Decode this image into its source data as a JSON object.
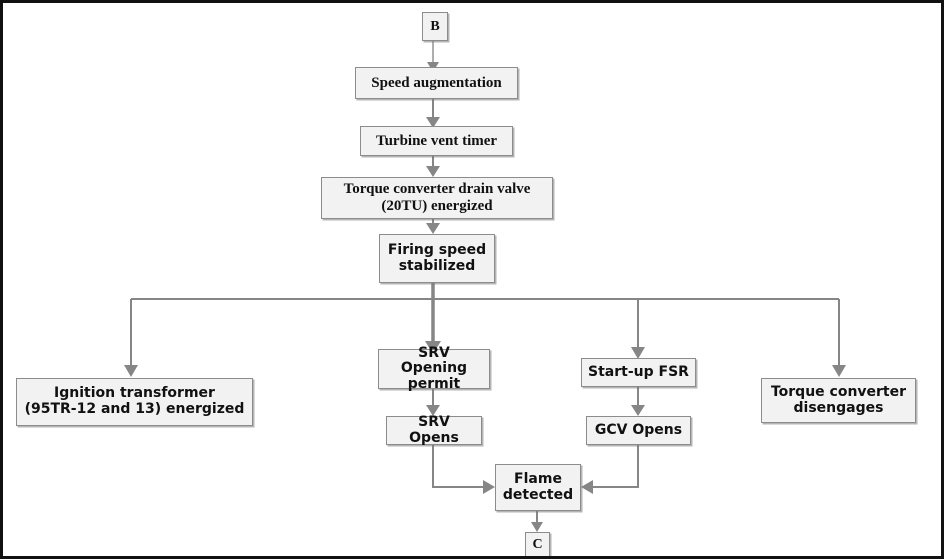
{
  "diagram": {
    "title": "Gas turbine start-up sequence flowchart (continuation B to C)",
    "type": "flowchart",
    "colors": {
      "node_fill": "#f2f2f2",
      "node_border": "#8c8c8c",
      "edge": "#868686",
      "frame": "#111111",
      "text": "#111111"
    },
    "nodes": {
      "start_connector": "B",
      "speed_augmentation": "Speed augmentation",
      "turbine_vent_timer": "Turbine vent timer",
      "torque_drain_valve": "Torque converter drain valve (20TU) energized",
      "firing_speed_stabilized": "Firing speed stabilized",
      "ignition_transformer": "Ignition transformer (95TR-12 and 13) energized",
      "srv_opening_permit": "SRV Opening permit",
      "srv_opens": "SRV Opens",
      "startup_fsr": "Start-up FSR",
      "gcv_opens": "GCV Opens",
      "torque_converter_disengages": "Torque converter disengages",
      "flame_detected": "Flame detected",
      "end_connector": "C"
    },
    "node_lines": {
      "torque_drain_valve_l1": "Torque converter drain valve",
      "torque_drain_valve_l2": "(20TU) energized",
      "firing_speed_l1": "Firing speed",
      "firing_speed_l2": "stabilized",
      "ignition_transformer_l1": "Ignition transformer",
      "ignition_transformer_l2": "(95TR-12 and 13) energized",
      "srv_opening_permit_l1": "SRV Opening",
      "srv_opening_permit_l2": "permit",
      "torque_disengages_l1": "Torque converter",
      "torque_disengages_l2": "disengages",
      "flame_detected_l1": "Flame",
      "flame_detected_l2": "detected"
    },
    "edges": [
      {
        "from": "start_connector",
        "to": "speed_augmentation"
      },
      {
        "from": "speed_augmentation",
        "to": "turbine_vent_timer"
      },
      {
        "from": "turbine_vent_timer",
        "to": "torque_drain_valve"
      },
      {
        "from": "torque_drain_valve",
        "to": "firing_speed_stabilized"
      },
      {
        "from": "firing_speed_stabilized",
        "to": "ignition_transformer"
      },
      {
        "from": "firing_speed_stabilized",
        "to": "srv_opening_permit"
      },
      {
        "from": "firing_speed_stabilized",
        "to": "startup_fsr"
      },
      {
        "from": "firing_speed_stabilized",
        "to": "torque_converter_disengages"
      },
      {
        "from": "srv_opening_permit",
        "to": "srv_opens"
      },
      {
        "from": "startup_fsr",
        "to": "gcv_opens"
      },
      {
        "from": "srv_opens",
        "to": "flame_detected"
      },
      {
        "from": "gcv_opens",
        "to": "flame_detected"
      },
      {
        "from": "flame_detected",
        "to": "end_connector"
      }
    ]
  }
}
